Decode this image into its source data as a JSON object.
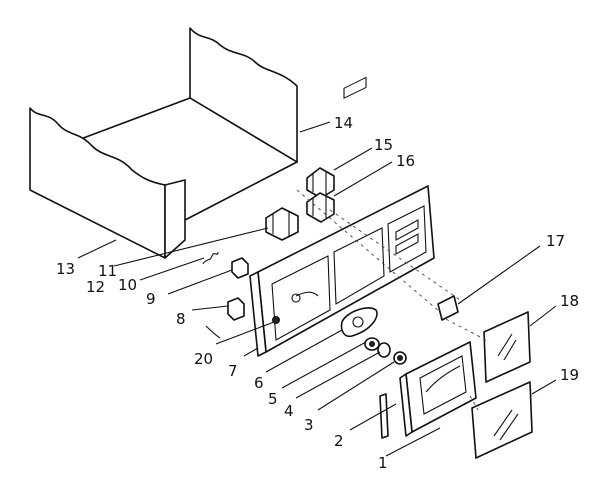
{
  "diagram": {
    "type": "exploded-parts-diagram",
    "colors": {
      "ink": "#111111",
      "paper": "#ffffff"
    },
    "callouts": [
      "1",
      "2",
      "3",
      "4",
      "5",
      "6",
      "7",
      "8",
      "9",
      "10",
      "11",
      "12",
      "13",
      "14",
      "15",
      "16",
      "17",
      "18",
      "19",
      "20"
    ]
  }
}
